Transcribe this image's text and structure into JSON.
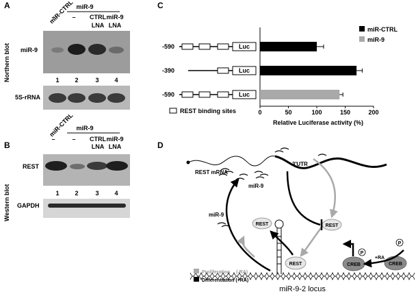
{
  "panels": {
    "A": {
      "letter": "A",
      "side_label": "Northern blot",
      "col_headers": {
        "ctrl": "miR-CTRL",
        "mir9_group": "miR-9",
        "row2": [
          "–",
          "–",
          "CTRL",
          "miR-9"
        ],
        "row3": [
          "LNA",
          "LNA"
        ]
      },
      "rows": [
        "miR-9",
        "5S-rRNA"
      ],
      "lanes": [
        "1",
        "2",
        "3",
        "4"
      ]
    },
    "B": {
      "letter": "B",
      "side_label": "Western blot",
      "col_headers": {
        "ctrl": "miR-CTRL",
        "mir9_group": "miR-9",
        "row2": [
          "–",
          "–",
          "CTRL",
          "miR-9"
        ],
        "row3": [
          "LNA",
          "LNA"
        ]
      },
      "rows": [
        "REST",
        "GAPDH"
      ],
      "lanes": [
        "1",
        "2",
        "3",
        "4"
      ]
    },
    "C": {
      "letter": "C",
      "construct_labels": [
        "-590",
        "-390",
        "-590"
      ],
      "luc_label": "Luc",
      "binding_sites_label": "REST binding sites",
      "legend": [
        "miR-CTRL",
        "miR-9"
      ]
    },
    "D": {
      "letter": "D",
      "labels": {
        "rest_mrna": "REST mRNA",
        "utr": "3'UTR",
        "mir9_a": "miR-9",
        "mir9_b": "miR-9",
        "rest": "REST",
        "creb": "CREB",
        "p": "P",
        "ra": "+RA",
        "proliferation": "Proliferation",
        "proliferation_cond": "(-RA)",
        "differentiation": "Differentiation (+RA)",
        "locus": "miR-9-2 locus"
      }
    }
  },
  "colors": {
    "black": "#000000",
    "gray": "#a9a9a9",
    "oval": "#e6e6e6",
    "creb": "#8a8a8a"
  },
  "chart_data": {
    "type": "bar",
    "orientation": "horizontal",
    "categories": [
      "-590",
      "-390",
      "-590"
    ],
    "values": [
      100,
      170,
      140
    ],
    "errors": [
      12,
      10,
      6
    ],
    "bar_colors": [
      "#000000",
      "#000000",
      "#a9a9a9"
    ],
    "series": [
      {
        "name": "miR-CTRL"
      },
      {
        "name": "miR-9"
      }
    ],
    "xlabel": "Relative Luciferase activity (%)",
    "xlim": [
      0,
      200
    ],
    "xticks": [
      0,
      50,
      100,
      150,
      200
    ],
    "legend_position": "top-right"
  }
}
